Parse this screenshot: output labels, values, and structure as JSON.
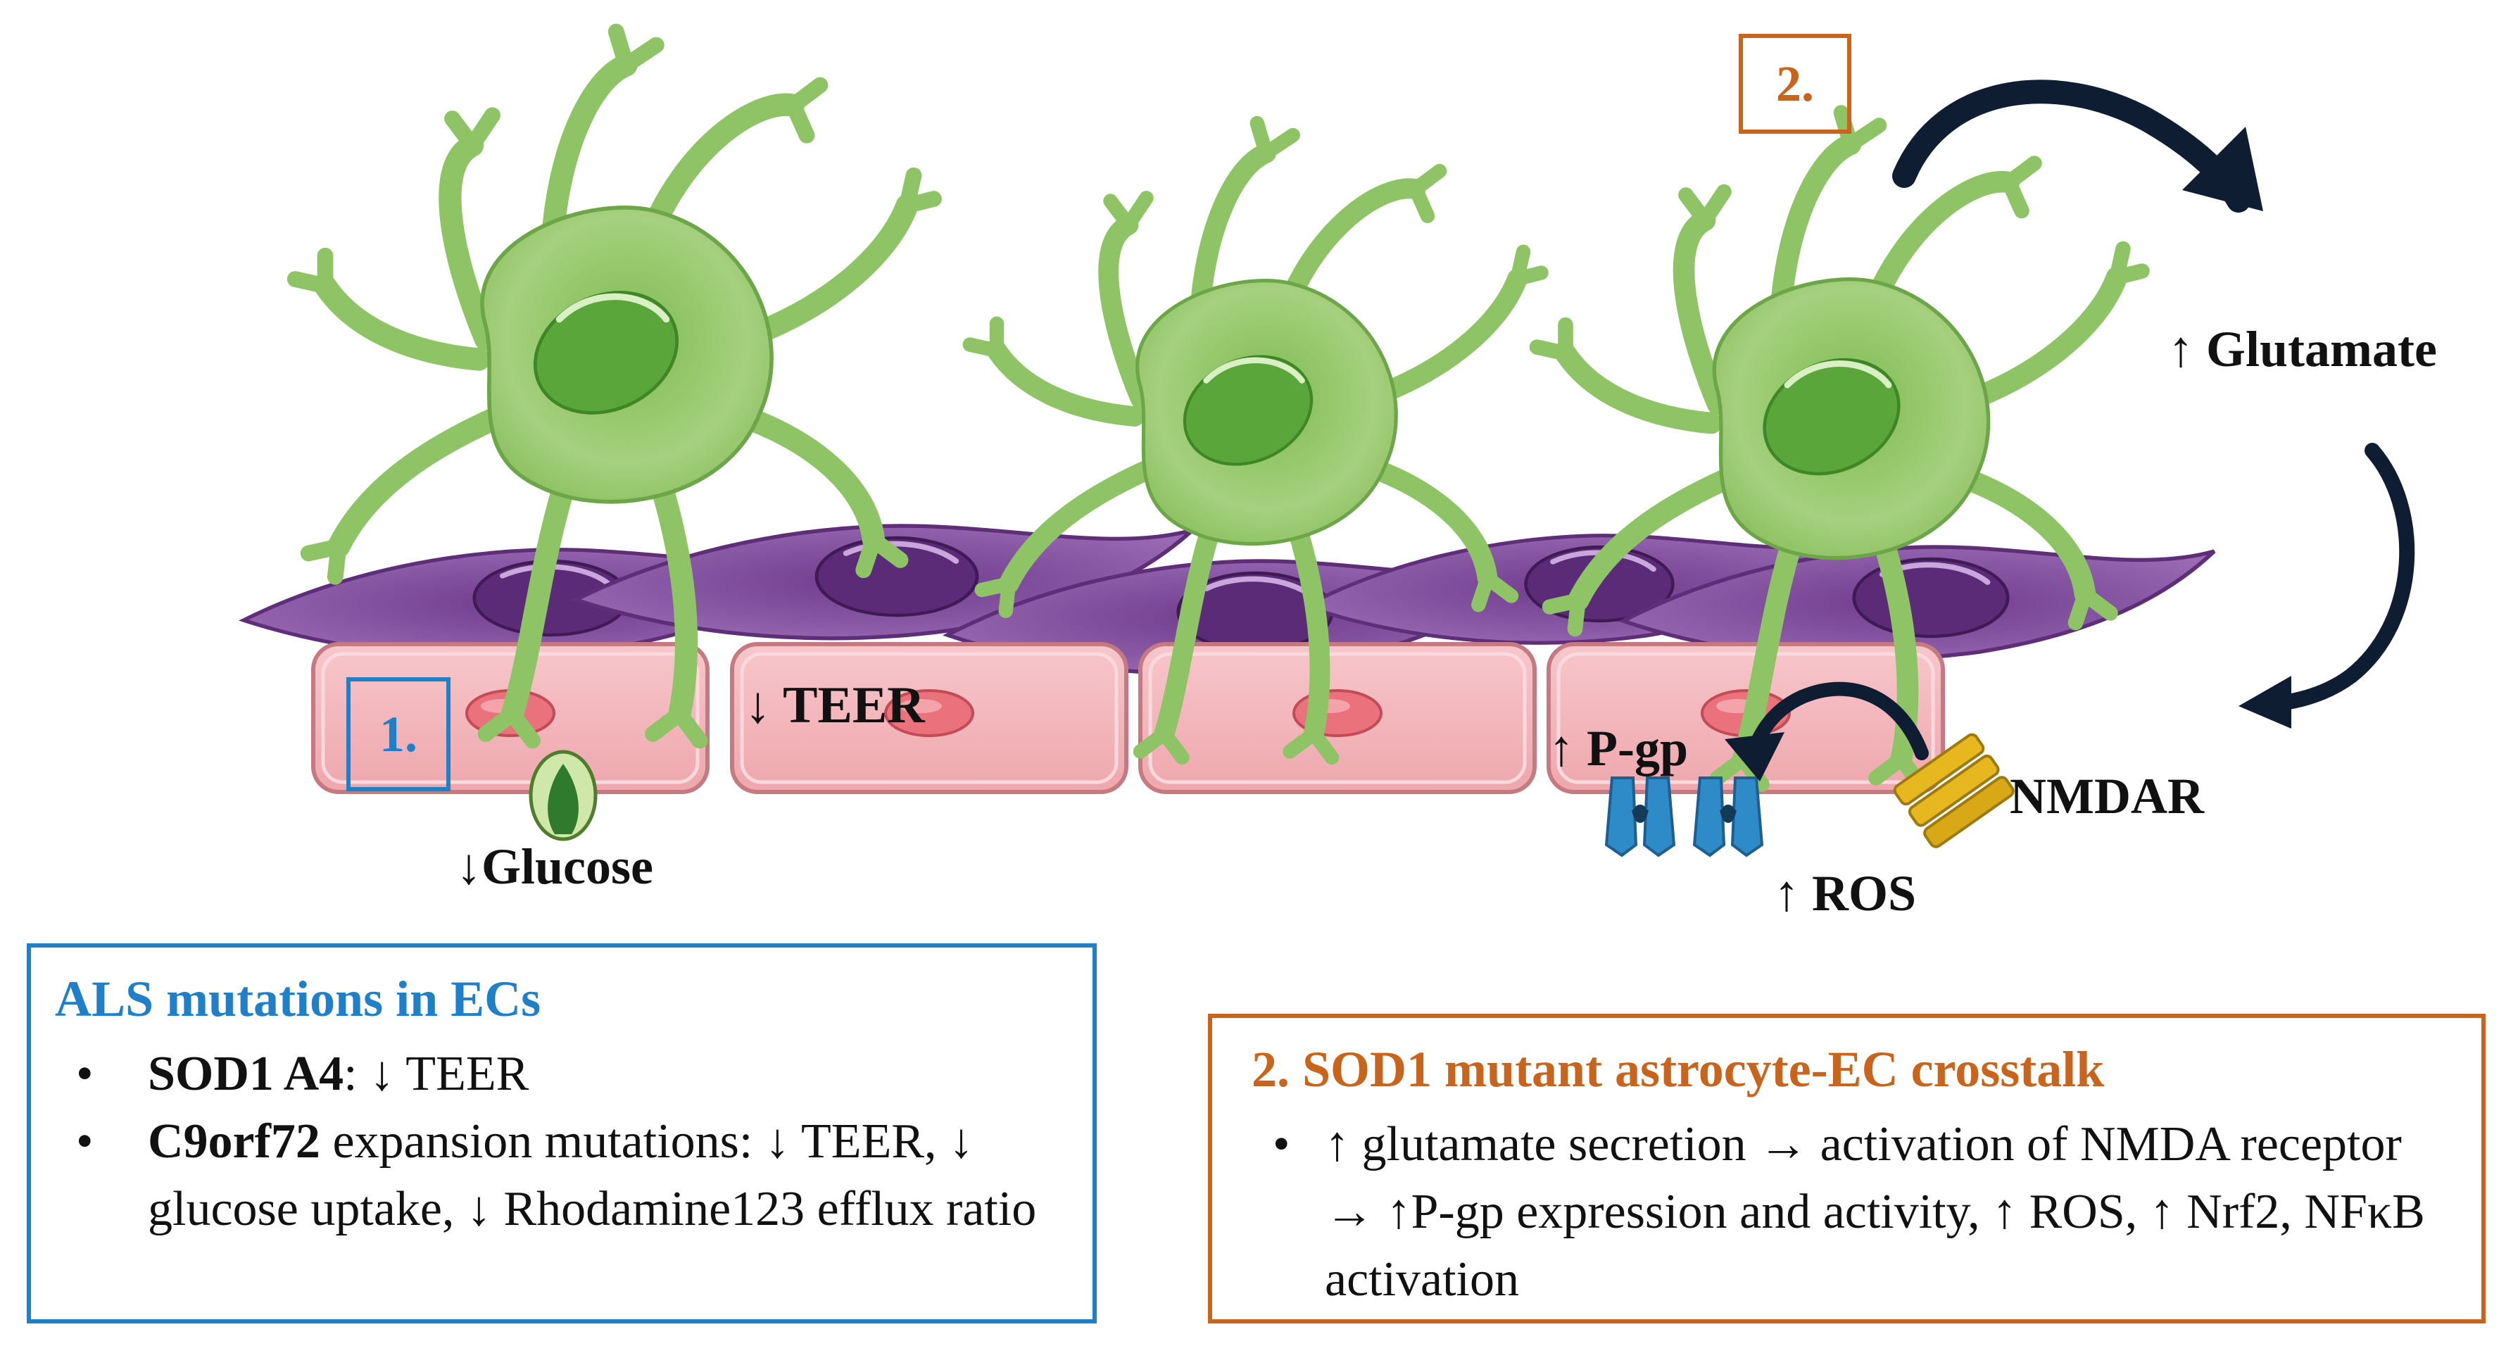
{
  "labels": {
    "teer": "↓ TEER",
    "glucose": "↓Glucose",
    "pgp": "↑ P-gp",
    "nmdar": "NMDAR",
    "ros": "↑ ROS",
    "glutamate": "↑ Glutamate"
  },
  "markers": {
    "box1": "1.",
    "box2": "2."
  },
  "colors": {
    "blue": "#1f7fc8",
    "orange": "#c9641c",
    "astrocyte": "#9ccc73",
    "pericyte": "#8d5ba6",
    "endothelial": "#f3b6ba",
    "arrow": "#0f1d33"
  },
  "panel1": {
    "title": "ALS mutations in ECs",
    "bullet": "•",
    "items": [
      {
        "bold": "SOD1 A4",
        "text": ": ↓ TEER"
      },
      {
        "bold": "C9orf72",
        "text": " expansion mutations: ↓ TEER, ↓ glucose uptake, ↓ Rhodamine123 efflux ratio"
      }
    ]
  },
  "panel2": {
    "title": "2. SOD1 mutant astrocyte-EC crosstalk",
    "bullet": "•",
    "items": [
      {
        "text": "↑ glutamate secretion → activation of  NMDA receptor → ↑P-gp expression and activity, ↑ ROS, ↑ Nrf2, NFκB activation"
      }
    ]
  }
}
